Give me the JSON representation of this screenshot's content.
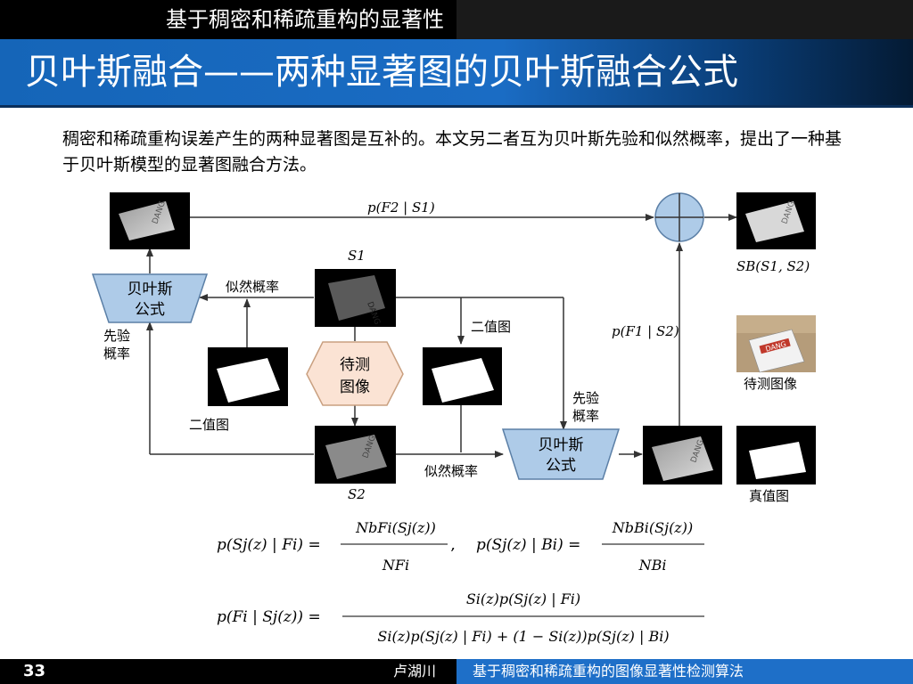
{
  "header": {
    "section_tab": "基于稠密和稀疏重构的显著性",
    "title": "贝叶斯融合——两种显著图的贝叶斯融合公式"
  },
  "intro": "稠密和稀疏重构误差产生的两种显著图是互补的。本文另二者互为贝叶斯先验和似然概率，提出了一种基于贝叶斯模型的显著图融合方法。",
  "diagram": {
    "bayes_top": [
      "贝叶斯",
      "公式"
    ],
    "bayes_bottom": [
      "贝叶斯",
      "公式"
    ],
    "input_node": [
      "待测",
      "图像"
    ],
    "label_likelihood_top": "似然概率",
    "label_likelihood_bottom": "似然概率",
    "label_binary_right": "二值图",
    "label_binary_left": "二值图",
    "label_prior_left": [
      "先验",
      "概率"
    ],
    "label_prior_right": [
      "先验",
      "概率"
    ],
    "label_test_image": "待测图像",
    "label_ground_truth": "真值图",
    "label_s1": "S1",
    "label_s2": "S2",
    "label_p_top": "p(F2 | S1)",
    "label_p_right": "p(F1 | S2)",
    "label_sb": "SB(S1, S2)",
    "sign_text": "DANG"
  },
  "formulas": {
    "f1_lhs": "p(Sj(z) | Fi) =",
    "f1_num": "NbFi(Sj(z))",
    "f1_den": "NFi",
    "f2_lhs": "p(Sj(z) | Bi) =",
    "f2_num": "NbBi(Sj(z))",
    "f2_den": "NBi",
    "f3_lhs": "p(Fi | Sj(z)) =",
    "f3_num": "Si(z)p(Sj(z) | Fi)",
    "f3_den": "Si(z)p(Sj(z) | Fi) + (1 − Si(z))p(Sj(z) | Bi)"
  },
  "footer": {
    "page": "33",
    "author": "卢湖川",
    "title": "基于稠密和稀疏重构的图像显著性检测算法"
  }
}
